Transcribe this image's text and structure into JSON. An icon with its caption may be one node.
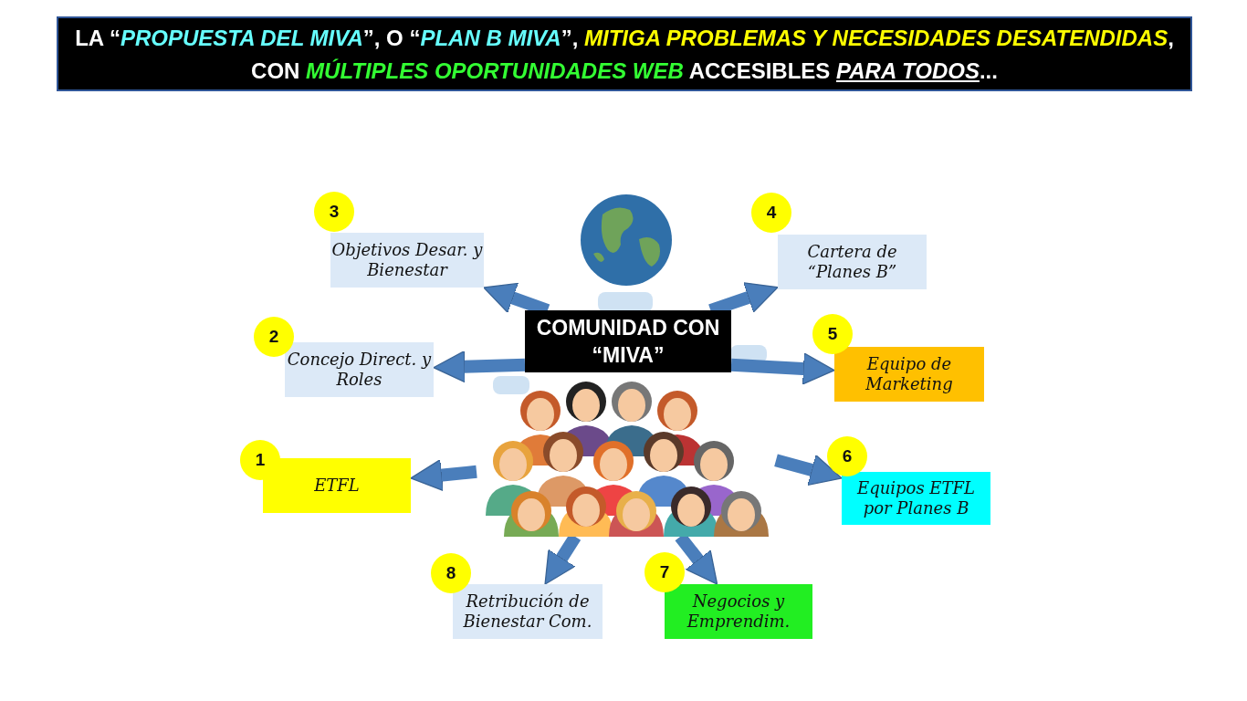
{
  "diagram": {
    "title": "LA “*PROPUESTA DEL MIVA*”, O “*PLAN B MIVA*”, *MITIGA PROBLEMAS Y NECESIDADES DESATENDIDAS*, CON *MÚLTIPLES OPORTUNIDADES WEB* ACCESIBLES *PARA TODOS*...",
    "nodes": [
      {
        "text": [
          "COMUNIDAD CON “MIVA”"
        ]
      },
      {
        "text": [],
        "shape": "picture"
      },
      {
        "text": [
          "1"
        ]
      },
      {
        "text": [
          "ETFL"
        ]
      },
      {
        "text": [
          "2"
        ]
      },
      {
        "text": [
          "Concejo Direct. y Roles"
        ]
      },
      {
        "text": [
          "3"
        ]
      },
      {
        "text": [
          "Objetivos Desar. y Bienestar"
        ]
      },
      {
        "text": [
          "4"
        ]
      },
      {
        "text": [
          "Cartera de “Planes B”"
        ]
      },
      {
        "text": [
          "5"
        ]
      },
      {
        "text": [
          "Equipo de Marketing"
        ]
      },
      {
        "text": [
          "6"
        ]
      },
      {
        "text": [
          "Equipos ETFL por Planes B"
        ]
      },
      {
        "text": [
          "7"
        ]
      },
      {
        "text": [
          "Negocios y Emprendim."
        ]
      },
      {
        "text": [
          "8"
        ]
      },
      {
        "text": [
          "Retribución de Bienestar Com."
        ]
      }
    ],
    "edges": [
      {
        "from": 1,
        "to": 3,
        "arrow": "to"
      },
      {
        "from": 0,
        "to": 5,
        "arrow": "to"
      },
      {
        "from": 0,
        "to": 7,
        "arrow": "to"
      },
      {
        "from": 0,
        "to": 9,
        "arrow": "to"
      },
      {
        "from": 0,
        "to": 11,
        "arrow": "to"
      },
      {
        "from": 1,
        "to": 13,
        "arrow": "to"
      },
      {
        "from": 1,
        "to": 15,
        "arrow": "to"
      },
      {
        "from": 1,
        "to": 17,
        "arrow": "to"
      }
    ]
  }
}
